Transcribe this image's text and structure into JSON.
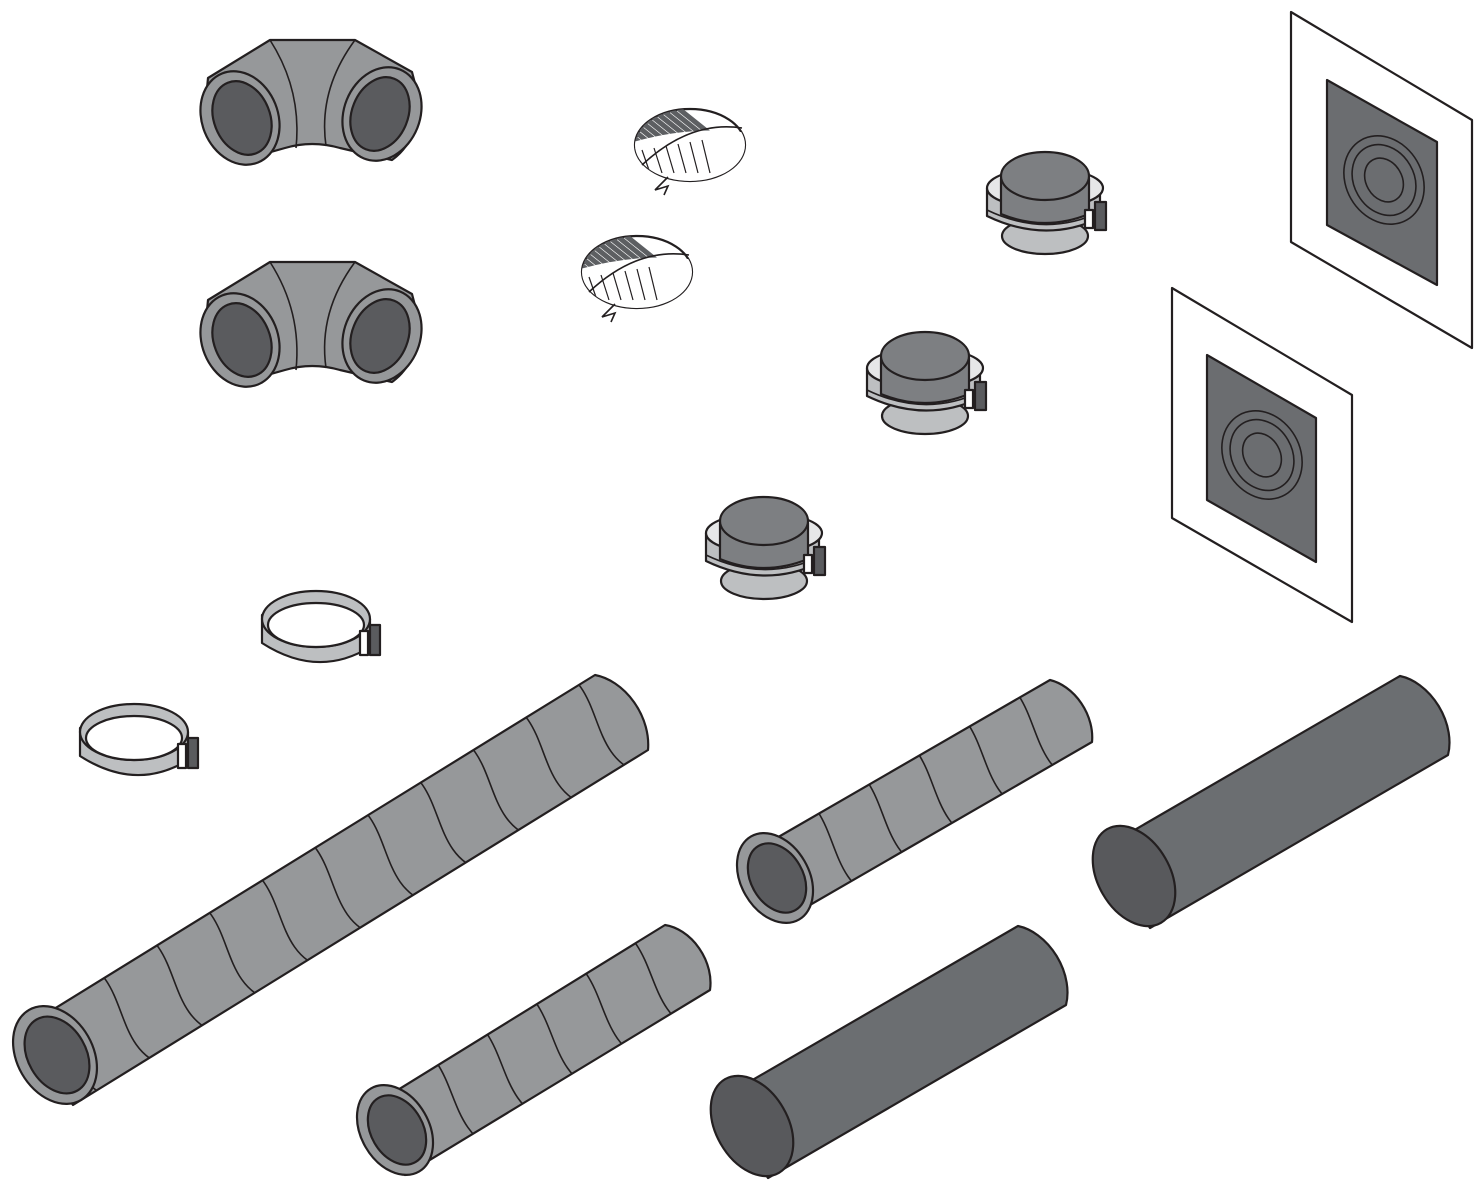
{
  "illustration": {
    "background": "#ffffff",
    "colors": {
      "outline": "#231f20",
      "duct_light": "#96989a",
      "duct_inner": "#5a5b5e",
      "duct_dark": "#6b6e71",
      "duct_dark_end": "#58595c",
      "clamp": "#bdbfc1",
      "clamp_inner": "#e6e7e8",
      "vent_cap": "#7d7f82",
      "wall_plate": "#6b6d70",
      "grille_stripe": "#5d5f62"
    },
    "parts": {
      "elbows": 2,
      "grilles": 2,
      "clamped_connectors": 3,
      "wall_plates": 2,
      "band_clamps": 2,
      "spiral_ducts": 3,
      "solid_ducts": 2
    }
  }
}
